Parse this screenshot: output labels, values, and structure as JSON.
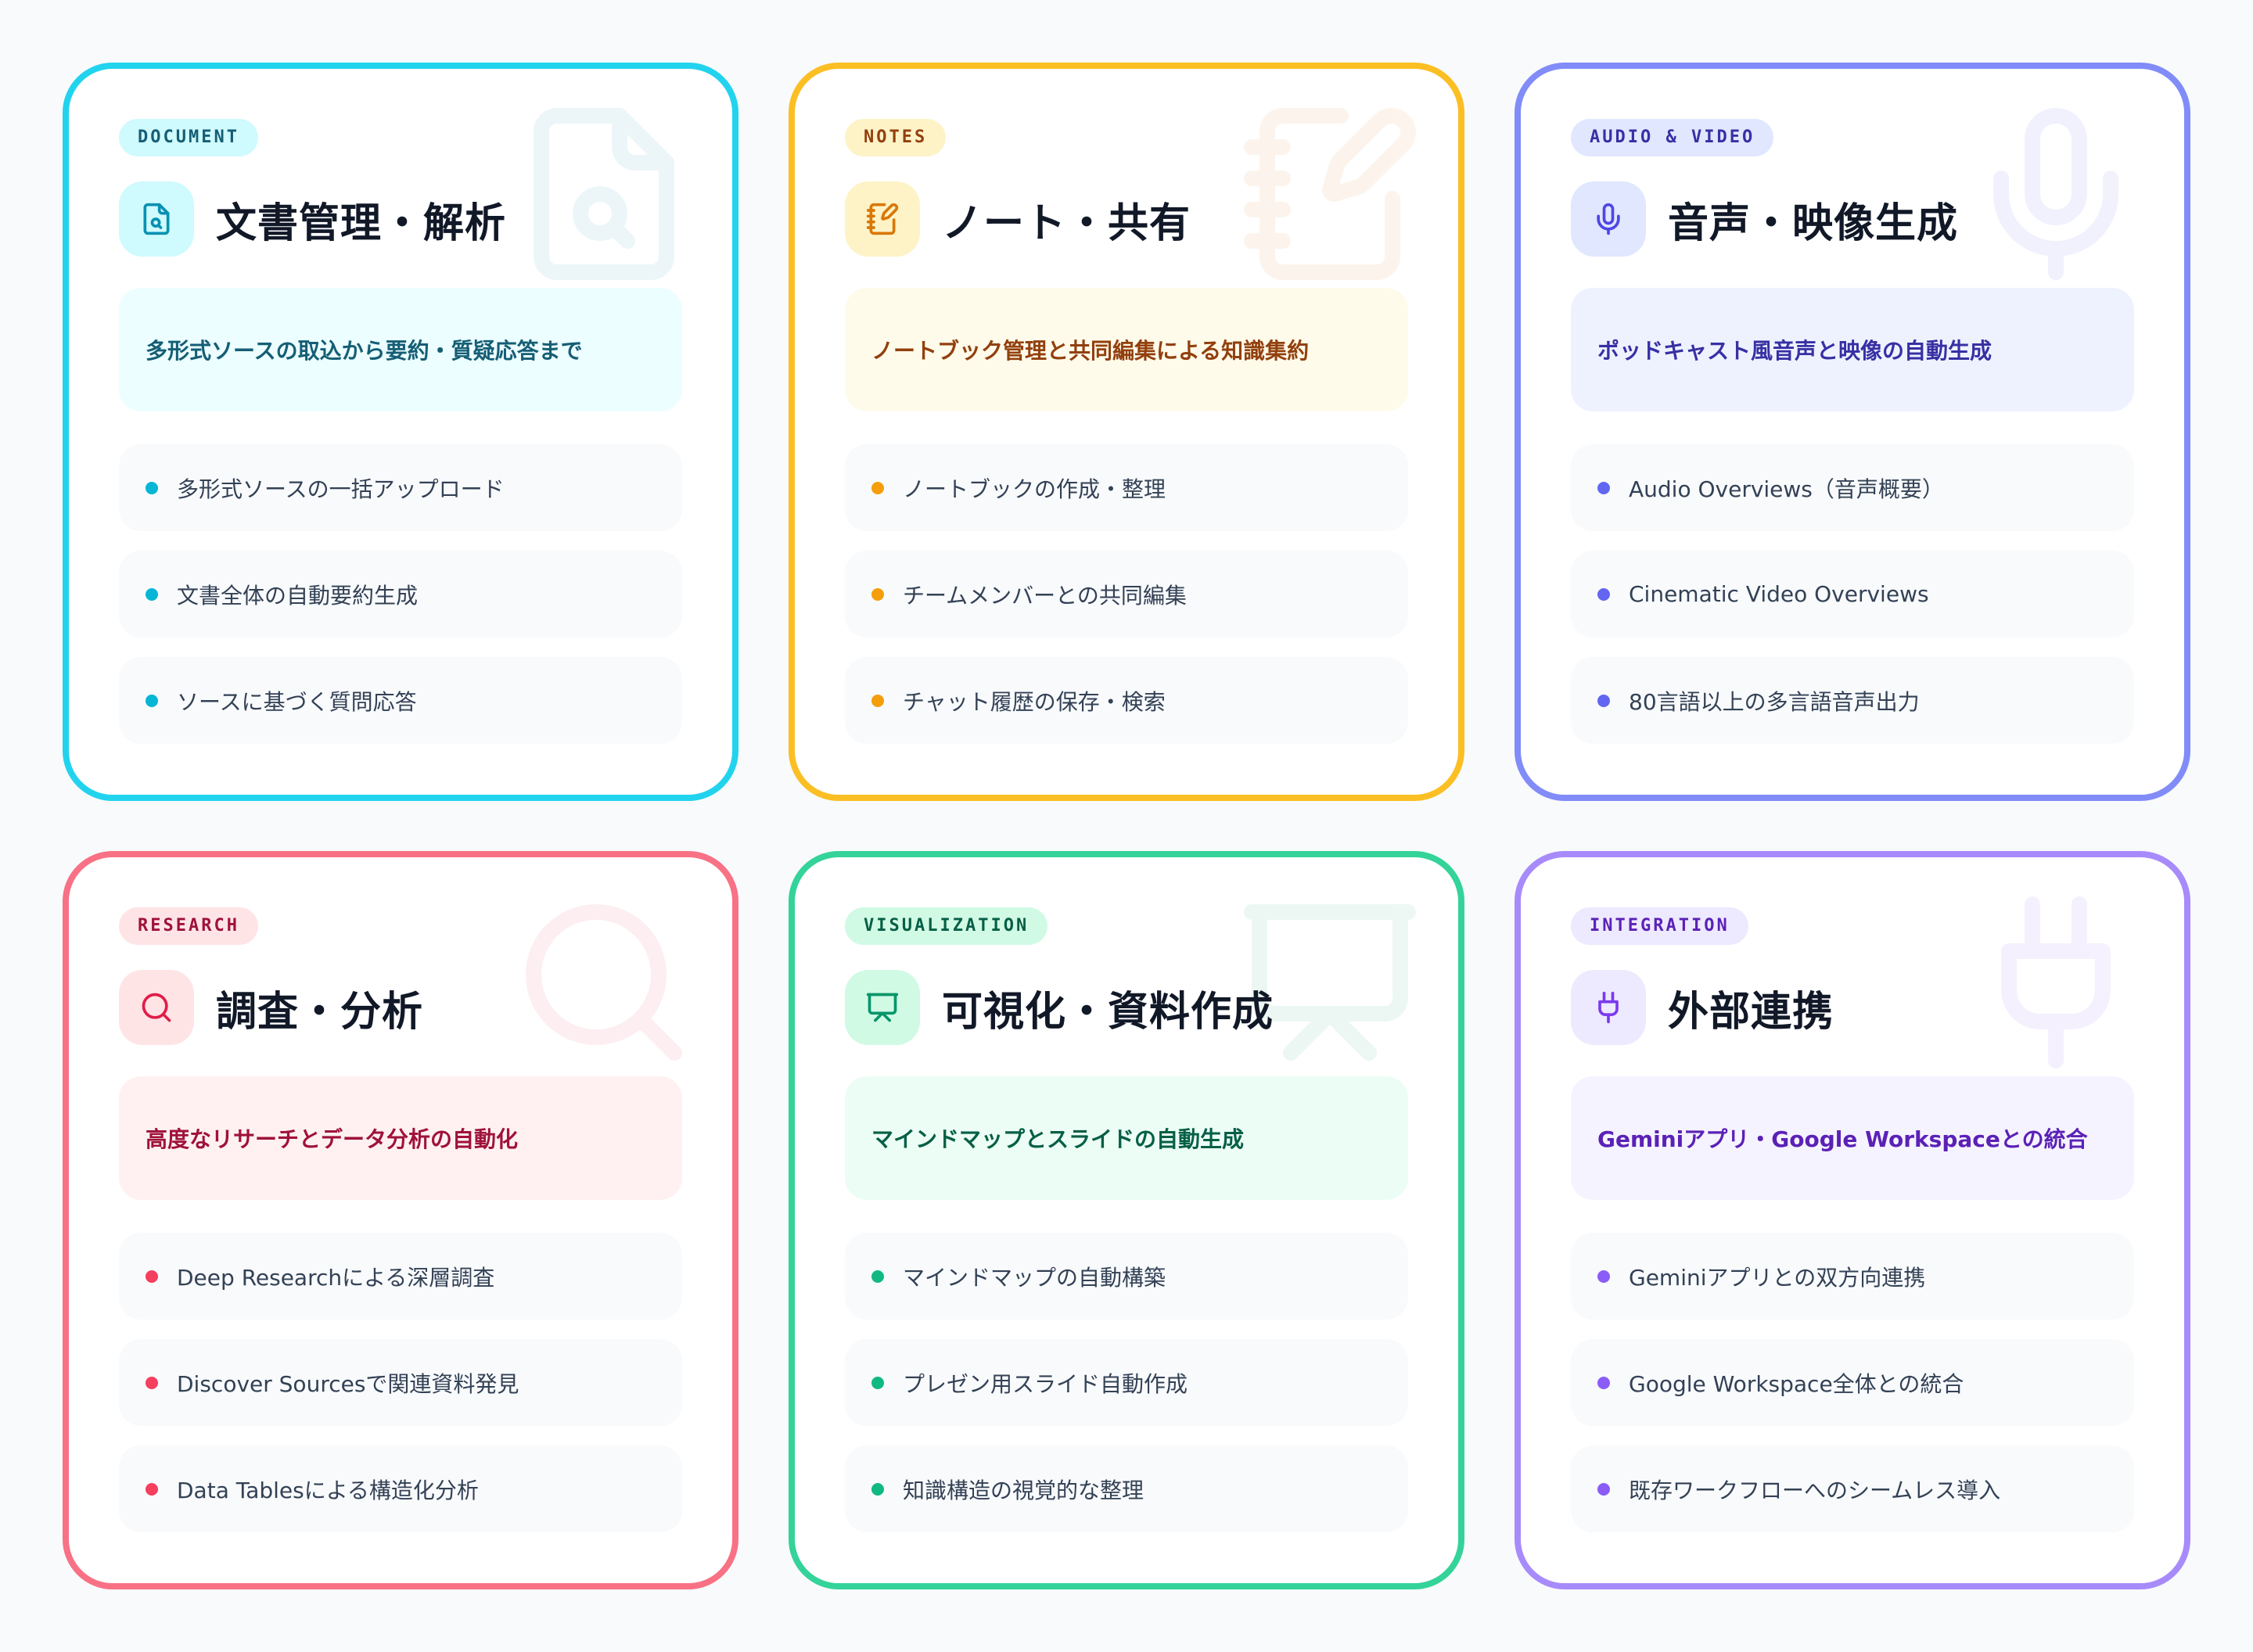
{
  "cards": [
    {
      "badge": "DOCUMENT",
      "icon": "file-search-icon",
      "title": "文書管理・解析",
      "summary": "多形式ソースの取込から要約・質疑応答まで",
      "features": [
        "多形式ソースの一括アップロード",
        "文書全体の自動要約生成",
        "ソースに基づく質問応答"
      ],
      "accent": "#22d3ee"
    },
    {
      "badge": "NOTES",
      "icon": "notebook-pen-icon",
      "title": "ノート・共有",
      "summary": "ノートブック管理と共同編集による知識集約",
      "features": [
        "ノートブックの作成・整理",
        "チームメンバーとの共同編集",
        "チャット履歴の保存・検索"
      ],
      "accent": "#fbbf24"
    },
    {
      "badge": "AUDIO & VIDEO",
      "icon": "microphone-icon",
      "title": "音声・映像生成",
      "summary": "ポッドキャスト風音声と映像の自動生成",
      "features": [
        "Audio Overviews（音声概要）",
        "Cinematic Video Overviews",
        "80言語以上の多言語音声出力"
      ],
      "accent": "#818cf8"
    },
    {
      "badge": "RESEARCH",
      "icon": "search-icon",
      "title": "調査・分析",
      "summary": "高度なリサーチとデータ分析の自動化",
      "features": [
        "Deep Researchによる深層調査",
        "Discover Sourcesで関連資料発見",
        "Data Tablesによる構造化分析"
      ],
      "accent": "#f87185"
    },
    {
      "badge": "VISUALIZATION",
      "icon": "presentation-icon",
      "title": "可視化・資料作成",
      "summary": "マインドマップとスライドの自動生成",
      "features": [
        "マインドマップの自動構築",
        "プレゼン用スライド自動作成",
        "知識構造の視覚的な整理"
      ],
      "accent": "#34d399"
    },
    {
      "badge": "INTEGRATION",
      "icon": "plug-icon",
      "title": "外部連携",
      "summary": "Geminiアプリ・Google Workspaceとの統合",
      "features": [
        "Geminiアプリとの双方向連携",
        "Google Workspace全体との統合",
        "既存ワークフローへのシームレス導入"
      ],
      "accent": "#a78bfa"
    }
  ]
}
